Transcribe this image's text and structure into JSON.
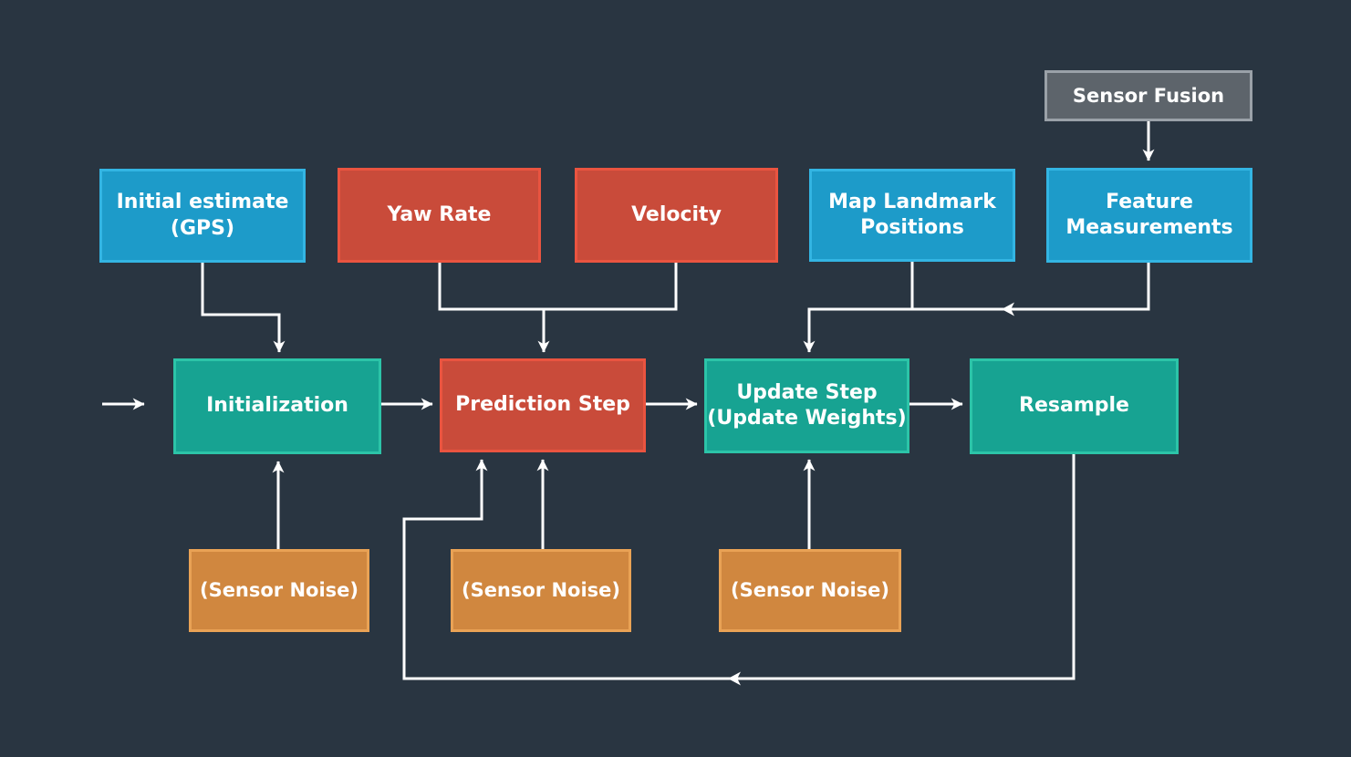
{
  "diagram": {
    "nodes": {
      "sensor_fusion": {
        "label": "Sensor Fusion",
        "lines": [
          "Sensor Fusion"
        ]
      },
      "initial_estimate": {
        "label": "Initial estimate (GPS)",
        "lines": [
          "Initial estimate",
          "(GPS)"
        ]
      },
      "yaw_rate": {
        "label": "Yaw Rate",
        "lines": [
          "Yaw Rate"
        ]
      },
      "velocity": {
        "label": "Velocity",
        "lines": [
          "Velocity"
        ]
      },
      "map_landmark": {
        "label": "Map Landmark Positions",
        "lines": [
          "Map Landmark",
          "Positions"
        ]
      },
      "feature_measurements": {
        "label": "Feature Measurements",
        "lines": [
          "Feature",
          "Measurements"
        ]
      },
      "initialization": {
        "label": "Initialization",
        "lines": [
          "Initialization"
        ]
      },
      "prediction": {
        "label": "Prediction Step",
        "lines": [
          "Prediction Step"
        ]
      },
      "update": {
        "label": "Update Step (Update Weights)",
        "lines": [
          "Update Step",
          "(Update Weights)"
        ]
      },
      "resample": {
        "label": "Resample",
        "lines": [
          "Resample"
        ]
      },
      "noise1": {
        "label": "(Sensor Noise)",
        "lines": [
          "(Sensor Noise)"
        ]
      },
      "noise2": {
        "label": "(Sensor Noise)",
        "lines": [
          "(Sensor Noise)"
        ]
      },
      "noise3": {
        "label": "(Sensor Noise)",
        "lines": [
          "(Sensor Noise)"
        ]
      }
    },
    "edges": [
      "entry -> Initialization",
      "Initial estimate (GPS) -> Initialization",
      "Yaw Rate -> Prediction Step",
      "Velocity -> Prediction Step",
      "Map Landmark Positions -> Update Step",
      "Feature Measurements -> Update Step",
      "Sensor Fusion -> Feature Measurements",
      "Initialization -> Prediction Step",
      "Prediction Step -> Update Step",
      "Update Step -> Resample",
      "(Sensor Noise) -> Initialization",
      "(Sensor Noise) -> Prediction Step",
      "(Sensor Noise) -> Update Step",
      "Resample -> Prediction Step (feedback loop)"
    ],
    "colors": {
      "background": "#293541",
      "box_text": "#ffffff",
      "arrow": "#ffffff",
      "blue_fill": "#1d9bc9",
      "blue_border": "#33b5e3",
      "red_fill": "#c94b3a",
      "red_border": "#ea5440",
      "teal_fill": "#17a392",
      "teal_border": "#2cc4a8",
      "orange_fill": "#d0873f",
      "orange_border": "#e9a255",
      "gray_fill": "#5d646b",
      "gray_border": "#9aa1a8"
    }
  }
}
